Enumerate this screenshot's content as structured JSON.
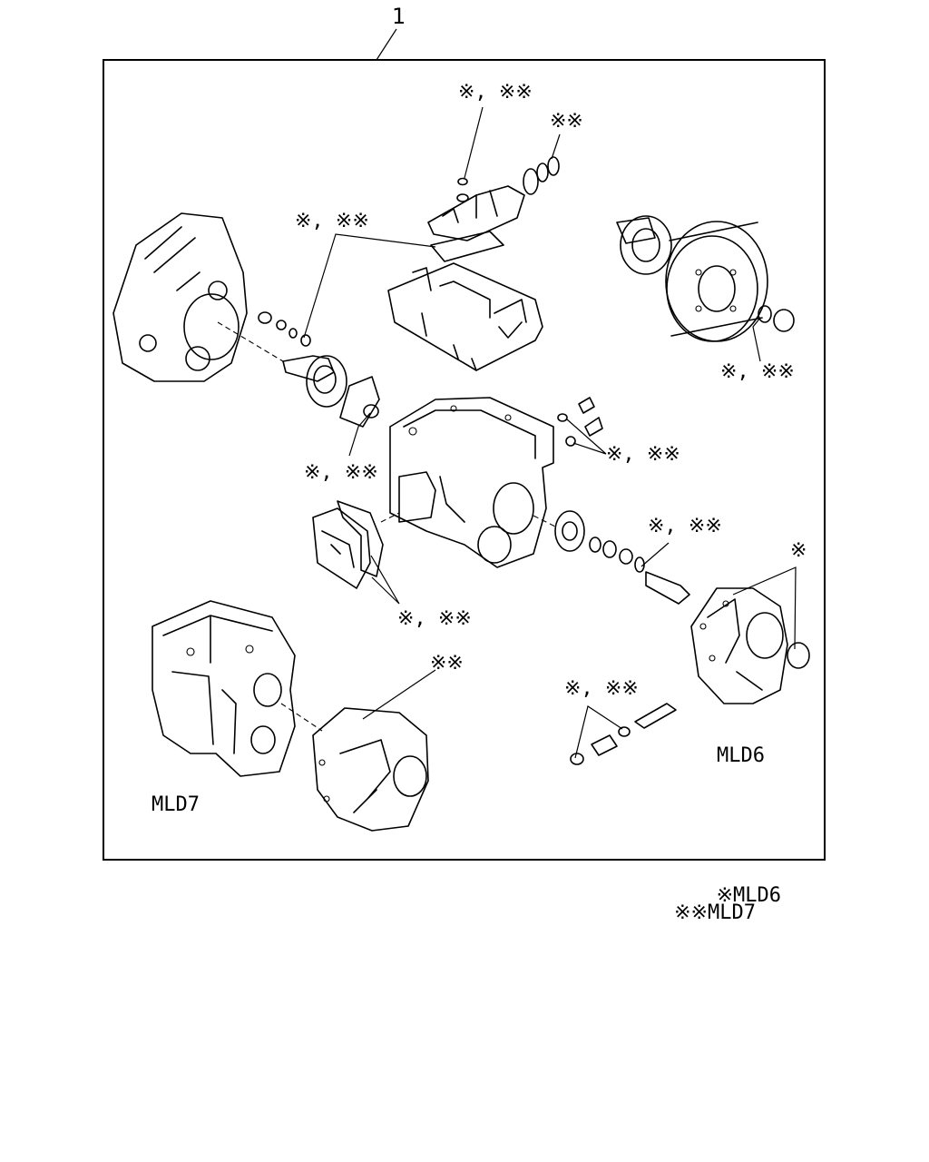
{
  "diagram": {
    "item_number": "1",
    "callouts": {
      "top_gasket": "※, ※※",
      "top_seal": "※※",
      "cover_gasket": "※, ※※",
      "right_seal": "※, ※※",
      "left_seal": "※, ※※",
      "side_washers": "※, ※※",
      "mid_oring": "※, ※※",
      "right_group": "※",
      "cover_plate": "※, ※※",
      "mld7_gasket": "※※",
      "bottom_plug": "※, ※※"
    },
    "variants": {
      "mld6_label": "MLD6",
      "mld7_label": "MLD7"
    },
    "legend": [
      {
        "mark": "※",
        "model": "MLD6"
      },
      {
        "mark": "※※",
        "model": "MLD7"
      }
    ]
  }
}
